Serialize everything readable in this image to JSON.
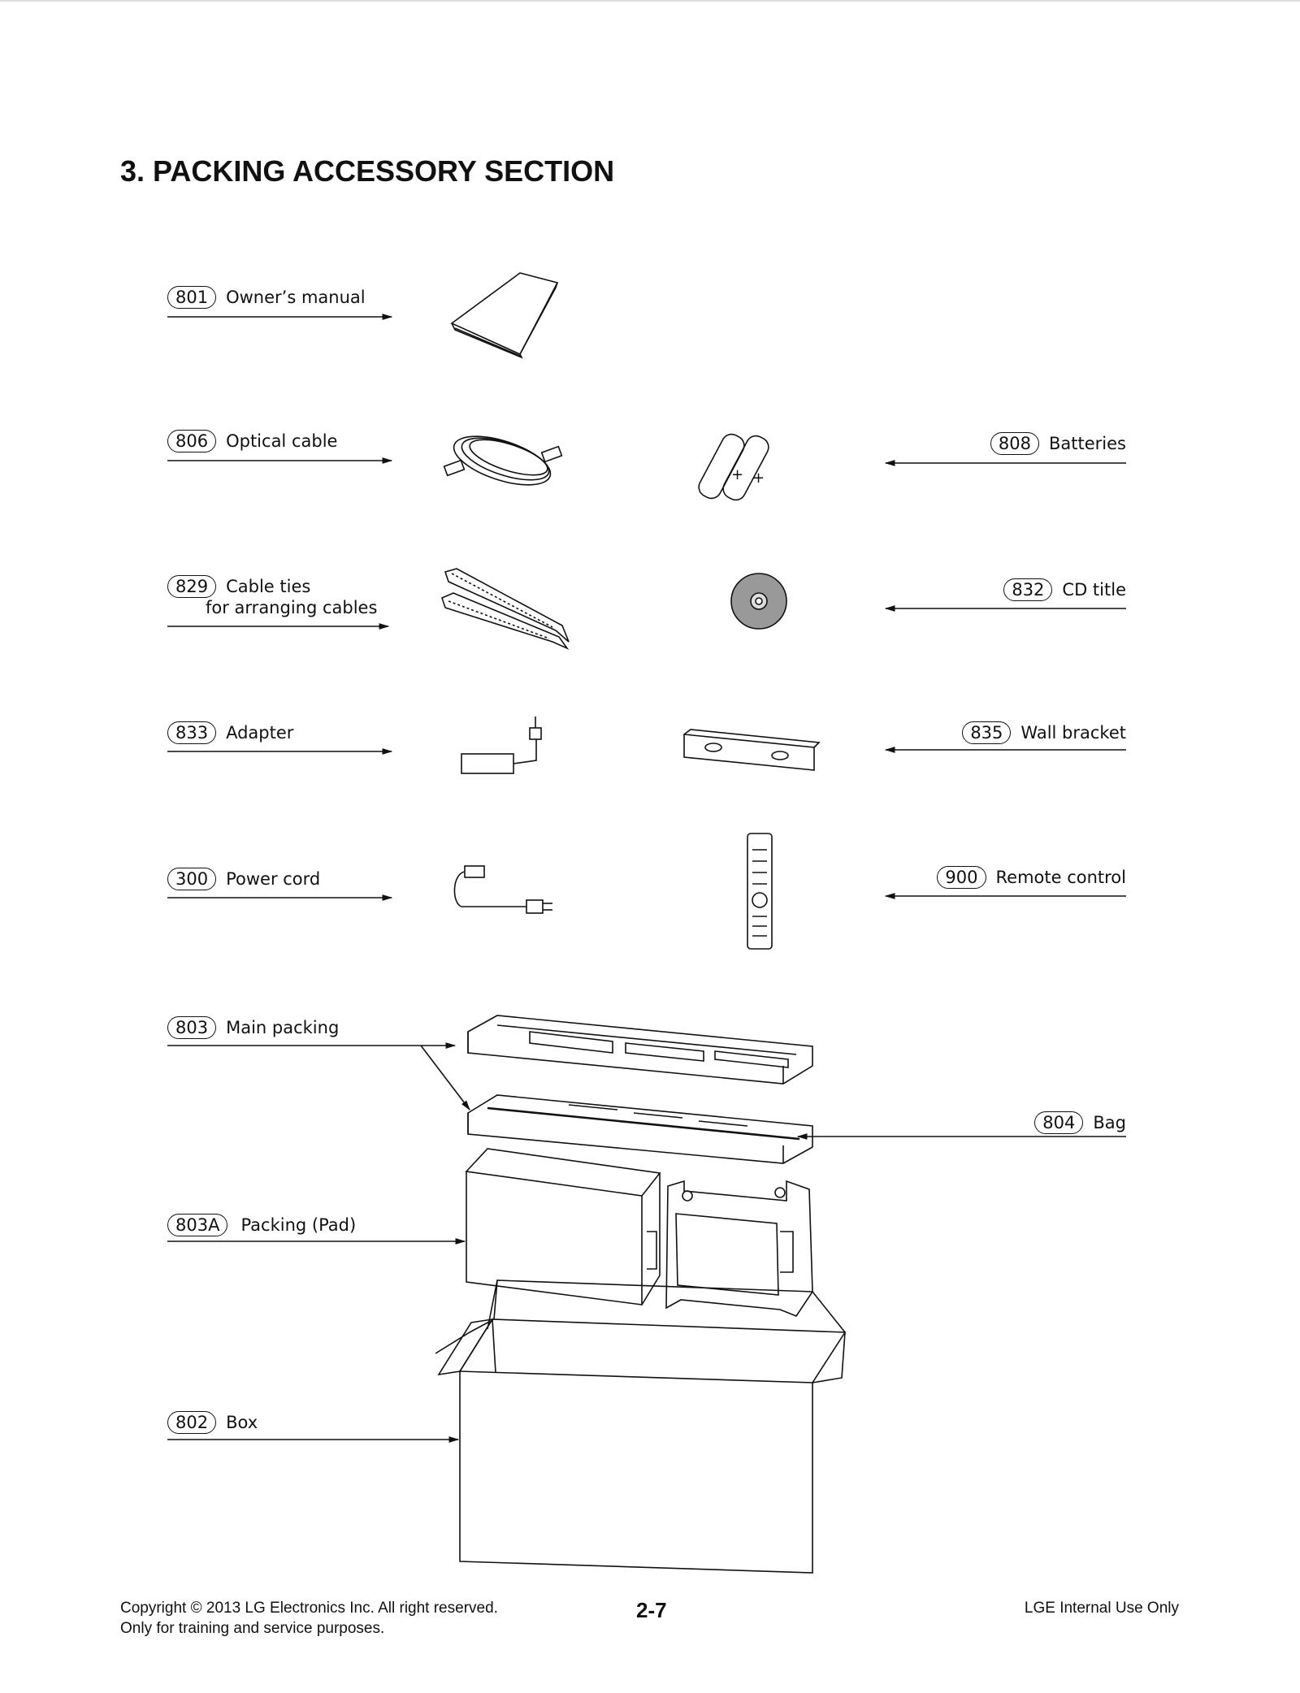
{
  "heading": "3. PACKING ACCESSORY SECTION",
  "items": {
    "i801": {
      "num": "801",
      "label": "Owner’s manual"
    },
    "i806": {
      "num": "806",
      "label": "Optical cable"
    },
    "i808": {
      "num": "808",
      "label": "Batteries"
    },
    "i829": {
      "num": "829",
      "label": "Cable ties",
      "label2": "for arranging cables"
    },
    "i832": {
      "num": "832",
      "label": "CD title"
    },
    "i833": {
      "num": "833",
      "label": "Adapter"
    },
    "i835": {
      "num": "835",
      "label": "Wall bracket"
    },
    "i300": {
      "num": "300",
      "label": "Power cord"
    },
    "i900": {
      "num": "900",
      "label": "Remote control"
    },
    "i803": {
      "num": "803",
      "label": "Main packing"
    },
    "i804": {
      "num": "804",
      "label": "Bag"
    },
    "i803A": {
      "num": "803A",
      "label": "Packing (Pad)"
    },
    "i802": {
      "num": "802",
      "label": "Box"
    }
  },
  "footer": {
    "copyright": "Copyright © 2013 LG Electronics Inc. All right reserved.",
    "training": "Only for training and service purposes.",
    "page": "2-7",
    "internal": "LGE Internal Use Only"
  }
}
